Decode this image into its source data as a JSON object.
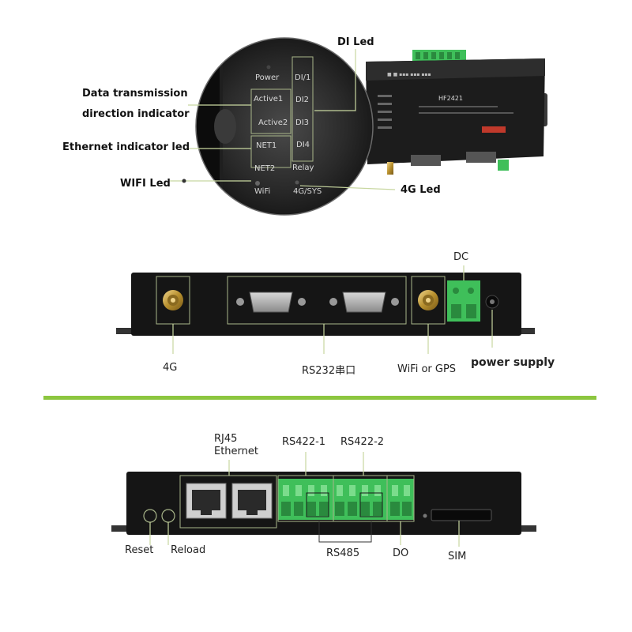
{
  "colors": {
    "green_divider": "#8cc63f",
    "device_body": "#151515",
    "terminal_green": "#3fbf5a",
    "guide_line": "#c8d7a0",
    "label_text": "#222222"
  },
  "top": {
    "labels": {
      "di_led": "DI Led",
      "data_transmission_1": "Data transmission",
      "data_transmission_2": "direction indicator",
      "ethernet_led": "Ethernet indicator led",
      "wifi_led": "WIFI Led",
      "led_4g": "4G Led"
    },
    "panel": {
      "power": "Power",
      "active1": "Active1",
      "active2": "Active2",
      "net1": "NET1",
      "net2": "NET2",
      "wifi": "WiFi",
      "di1": "DI/1",
      "di2": "DI2",
      "di3": "DI3",
      "di4": "DI4",
      "relay": "Relay",
      "sys4g": "4G/SYS"
    },
    "device_model": "HF2421"
  },
  "front": {
    "labels": {
      "dc": "DC",
      "g4": "4G",
      "rs232": "RS232串口",
      "wifi_gps": "WiFi or GPS",
      "power_supply": "power supply"
    }
  },
  "back": {
    "labels": {
      "rj45": "RJ45",
      "ethernet": "Ethernet",
      "rs422_1": "RS422-1",
      "rs422_2": "RS422-2",
      "reset": "Reset",
      "reload": "Reload",
      "rs485": "RS485",
      "do": "DO",
      "sim": "SIM"
    }
  }
}
